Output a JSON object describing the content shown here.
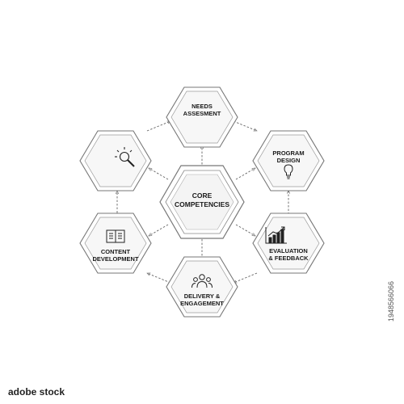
{
  "diagram": {
    "center": {
      "lines": [
        "CORE",
        "COMPETENCIES"
      ]
    },
    "nodes": [
      {
        "id": "needs",
        "lines": [
          "NEEDS",
          "ASSESMENT"
        ],
        "icon": ""
      },
      {
        "id": "program",
        "lines": [
          "PROGRAM",
          "DESIGN"
        ],
        "icon": "lightbulb-icon"
      },
      {
        "id": "evaluation",
        "lines": [
          "EVALUATION",
          "& FEEDBACK"
        ],
        "icon": "growth-chart-icon"
      },
      {
        "id": "delivery",
        "lines": [
          "DELIVERY &",
          "ENGAGEMENT"
        ],
        "icon": "people-group-icon"
      },
      {
        "id": "content",
        "lines": [
          "CONTENT",
          "DEVELOPMENT"
        ],
        "icon": "open-book-icon"
      },
      {
        "id": "research",
        "lines": [],
        "icon": "magnifier-icon"
      }
    ]
  },
  "watermark": {
    "side_id": "1948566066",
    "logo": "adobe stock"
  },
  "colors": {
    "stroke": "#777777",
    "fill": "#ffffff",
    "inner_fill": "#f6f6f6",
    "text": "#1a1a1a",
    "connector": "#666666"
  }
}
